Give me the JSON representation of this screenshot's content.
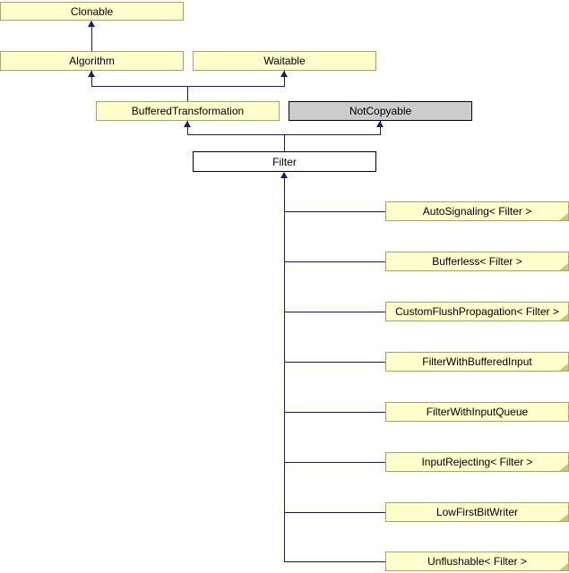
{
  "diagram": {
    "type": "class-inheritance-diagram",
    "colors": {
      "background": "#FFFFFF",
      "class_fill": "#FFFFCE",
      "class_border": "#A9A95A",
      "fold_marker": "#C8C884",
      "external_class_fill": "#CCCCCC",
      "current_class_fill": "#FFFFFF",
      "dark_border": "#000000",
      "edge_color": "#191970",
      "text_color": "#000000"
    },
    "nodes": {
      "clonable": {
        "label": "Clonable"
      },
      "algorithm": {
        "label": "Algorithm"
      },
      "waitable": {
        "label": "Waitable"
      },
      "buffered_transformation": {
        "label": "BufferedTransformation"
      },
      "not_copyable": {
        "label": "NotCopyable"
      },
      "filter": {
        "label": "Filter"
      },
      "derived": [
        {
          "label": "AutoSignaling< Filter >",
          "has_fold_marker": true
        },
        {
          "label": "Bufferless< Filter >",
          "has_fold_marker": true
        },
        {
          "label": "CustomFlushPropagation< Filter >",
          "has_fold_marker": true
        },
        {
          "label": "FilterWithBufferedInput",
          "has_fold_marker": true
        },
        {
          "label": "FilterWithInputQueue",
          "has_fold_marker": false
        },
        {
          "label": "InputRejecting< Filter >",
          "has_fold_marker": true
        },
        {
          "label": "LowFirstBitWriter",
          "has_fold_marker": true
        },
        {
          "label": "Unflushable< Filter >",
          "has_fold_marker": true
        }
      ]
    },
    "edges": [
      "Algorithm -> Clonable",
      "BufferedTransformation -> Algorithm",
      "BufferedTransformation -> Waitable",
      "Filter -> BufferedTransformation",
      "Filter -> NotCopyable",
      "AutoSignaling< Filter > -> Filter",
      "Bufferless< Filter > -> Filter",
      "CustomFlushPropagation< Filter > -> Filter",
      "FilterWithBufferedInput -> Filter",
      "FilterWithInputQueue -> Filter",
      "InputRejecting< Filter > -> Filter",
      "LowFirstBitWriter -> Filter",
      "Unflushable< Filter > -> Filter"
    ]
  }
}
